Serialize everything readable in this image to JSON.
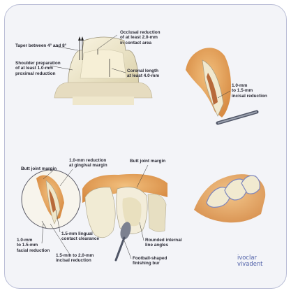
{
  "labels": {
    "taper": [
      "Taper between 4° and 8°"
    ],
    "shoulder": [
      "Shoulder preparation",
      "of at least 1.0-mm",
      "proximal reduction"
    ],
    "occlusal": [
      "Occlusal reduction",
      "of at least 2.0-mm",
      "in contact area"
    ],
    "coronal": [
      "Coronal length",
      "at least 4.0-mm"
    ],
    "incisal_side": [
      "1.0-mm",
      "to 1.5-mm",
      "incisal reduction"
    ],
    "butt_left": [
      "Butt joint margin"
    ],
    "gingival": [
      "1.0-mm reduction",
      "at gingival margin"
    ],
    "butt_right": [
      "Butt joint margin"
    ],
    "lingual": [
      "1.5-mm lingual",
      "contact clearance"
    ],
    "facial": [
      "1.0-mm",
      "to 1.5-mm",
      "facial reduction"
    ],
    "incisal_bottom": [
      "1.5-mm to 2.0-mm",
      "incisal reduction"
    ],
    "rounded": [
      "Rounded internal",
      "line angles"
    ],
    "football": [
      "Football-shaped",
      "finishing bur"
    ]
  },
  "logo": {
    "line1": "ivoclar",
    "line2": "vivadent"
  },
  "colors": {
    "frame_border": "#b9bdd6",
    "frame_bg": "#f3f4f8",
    "tooth": "#eee6c8",
    "gum": "#e8a35a",
    "logo": "#4e5fa8"
  }
}
